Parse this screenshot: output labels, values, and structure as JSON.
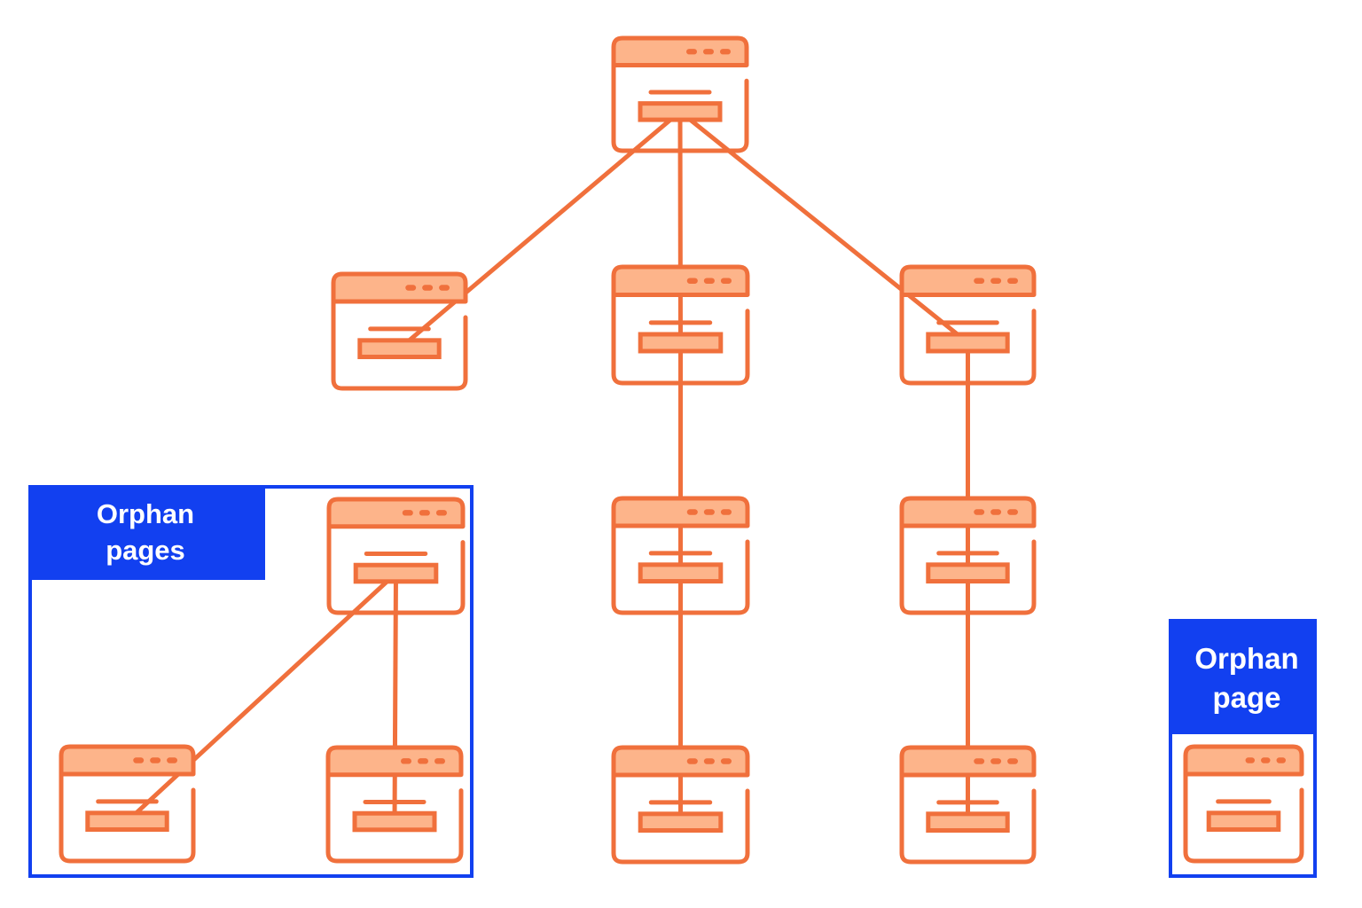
{
  "colors": {
    "accent_orange": "#F0703C",
    "fill_peach": "#FDB48A",
    "highlight_blue": "#1240F0",
    "background": "#FFFFFF"
  },
  "labels": {
    "orphan_pages": [
      "Orphan",
      "pages"
    ],
    "orphan_page": [
      "Orphan",
      "page"
    ]
  },
  "icons": {
    "page": "browser-window-icon"
  },
  "structure": {
    "pages": [
      {
        "id": "root"
      },
      {
        "id": "left-child"
      },
      {
        "id": "center-child-1"
      },
      {
        "id": "center-child-2"
      },
      {
        "id": "center-child-3"
      },
      {
        "id": "right-child-1"
      },
      {
        "id": "right-child-2"
      },
      {
        "id": "right-child-3"
      },
      {
        "id": "orphan-group-parent"
      },
      {
        "id": "orphan-group-child-left"
      },
      {
        "id": "orphan-group-child-right"
      },
      {
        "id": "single-orphan"
      }
    ],
    "links": [
      {
        "from": "root",
        "to": "left-child"
      },
      {
        "from": "root",
        "to": "center-child-1"
      },
      {
        "from": "root",
        "to": "right-child-1"
      },
      {
        "from": "center-child-1",
        "to": "center-child-2"
      },
      {
        "from": "center-child-2",
        "to": "center-child-3"
      },
      {
        "from": "right-child-1",
        "to": "right-child-2"
      },
      {
        "from": "right-child-2",
        "to": "right-child-3"
      },
      {
        "from": "orphan-group-parent",
        "to": "orphan-group-child-left"
      },
      {
        "from": "orphan-group-parent",
        "to": "orphan-group-child-right"
      }
    ]
  }
}
